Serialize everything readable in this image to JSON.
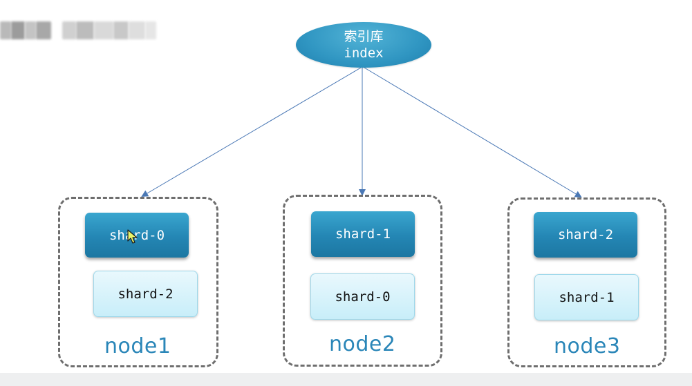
{
  "index": {
    "label_zh": "索引库",
    "label_en": "index"
  },
  "nodes": [
    {
      "name": "node1",
      "primary": "shard-0",
      "replica": "shard-2"
    },
    {
      "name": "node2",
      "primary": "shard-1",
      "replica": "shard-0"
    },
    {
      "name": "node3",
      "primary": "shard-2",
      "replica": "shard-1"
    }
  ],
  "colors": {
    "primary_shard": "#2486b4",
    "replica_shard": "#d6f3fb",
    "node_label": "#2a86b8",
    "node_border": "#6e6e6e",
    "edge": "#4a78b5"
  }
}
